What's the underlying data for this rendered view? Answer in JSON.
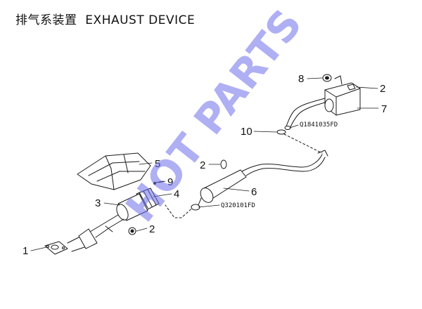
{
  "title": "排气系装置  EXHAUST DEVICE",
  "watermark": "HOT PARTS",
  "callouts": [
    {
      "id": "c8",
      "label": "8"
    },
    {
      "id": "c2a",
      "label": "2"
    },
    {
      "id": "c7",
      "label": "7"
    },
    {
      "id": "c10",
      "label": "10"
    },
    {
      "id": "c2b",
      "label": "2"
    },
    {
      "id": "c5",
      "label": "5"
    },
    {
      "id": "c9",
      "label": "9"
    },
    {
      "id": "c4",
      "label": "4"
    },
    {
      "id": "c6",
      "label": "6"
    },
    {
      "id": "c3",
      "label": "3"
    },
    {
      "id": "c2c",
      "label": "2"
    },
    {
      "id": "c1",
      "label": "1"
    }
  ],
  "part_codes": {
    "upper": "Q1841035FD",
    "lower": "Q320101FD"
  },
  "colors": {
    "line": "#1a1a1a",
    "watermark": "#6e6eeb"
  }
}
